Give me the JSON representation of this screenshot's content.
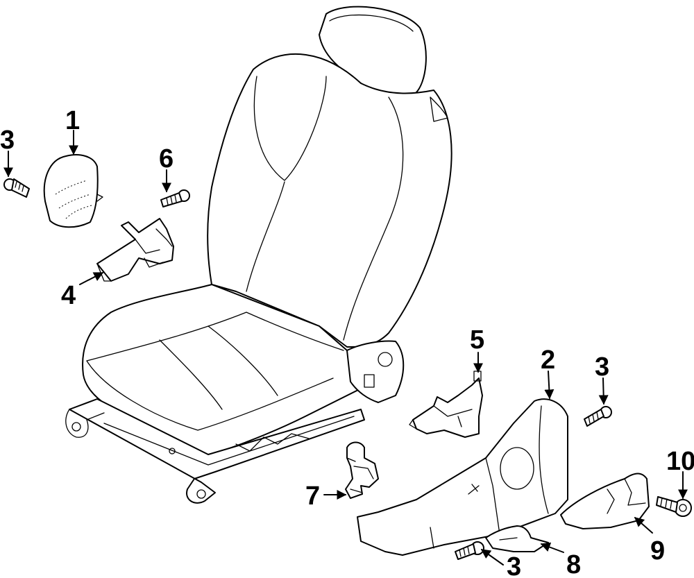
{
  "callouts": [
    {
      "id": "c1",
      "label": "1"
    },
    {
      "id": "c2",
      "label": "2"
    },
    {
      "id": "c3a",
      "label": "3"
    },
    {
      "id": "c3b",
      "label": "3"
    },
    {
      "id": "c3c",
      "label": "3"
    },
    {
      "id": "c4",
      "label": "4"
    },
    {
      "id": "c5",
      "label": "5"
    },
    {
      "id": "c6",
      "label": "6"
    },
    {
      "id": "c7",
      "label": "7"
    },
    {
      "id": "c8",
      "label": "8"
    },
    {
      "id": "c9",
      "label": "9"
    },
    {
      "id": "c10",
      "label": "10"
    }
  ]
}
